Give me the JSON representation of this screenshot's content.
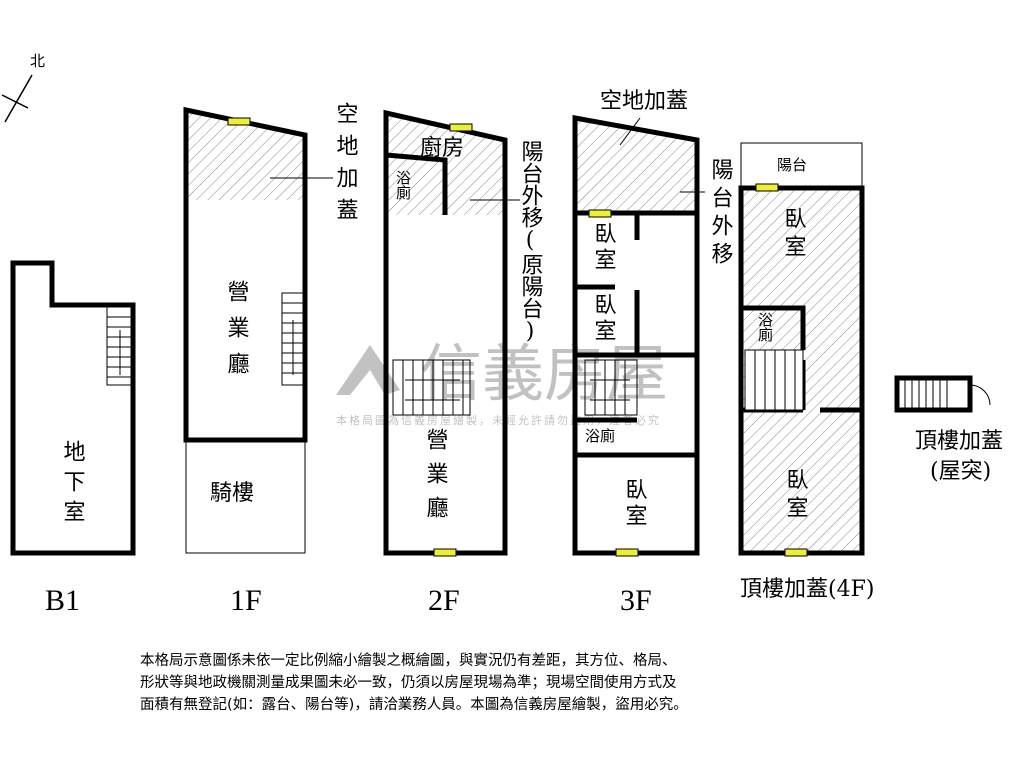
{
  "north": "北",
  "watermark": {
    "brand": "信義房屋",
    "subtitle": "本格局圖為信義房屋繪製，未經允許請勿盜用，違者必究"
  },
  "floors": {
    "b1": {
      "label": "B1",
      "rooms": [
        "地下室"
      ]
    },
    "f1": {
      "label": "1F",
      "rooms": [
        "營業廳",
        "騎樓"
      ],
      "note": "空地加蓋"
    },
    "f2": {
      "label": "2F",
      "rooms": [
        "廚房",
        "浴廁",
        "營業廳"
      ],
      "note": "陽台外移(原陽台)"
    },
    "f3": {
      "label": "3F",
      "rooms": [
        "臥室",
        "臥室",
        "浴廁",
        "臥室"
      ],
      "note_top": "空地加蓋",
      "note_side": "陽台外移"
    },
    "f4": {
      "label": "頂樓加蓋(4F)",
      "rooms": [
        "陽台",
        "臥室",
        "浴廁",
        "臥室"
      ]
    },
    "roof": {
      "label": "頂樓加蓋",
      "sub": "(屋突)"
    }
  },
  "disclaimer": [
    "本格局示意圖係未依一定比例縮小繪製之概繪圖，與實況仍有差距，其方位、格局、",
    "形狀等與地政機關測量成果圖未必一致，仍須以房屋現場為準；現場空間使用方式及",
    "面積有無登記(如：露台、陽台等)，請洽業務人員。本圖為信義房屋繪製，盜用必究。"
  ]
}
